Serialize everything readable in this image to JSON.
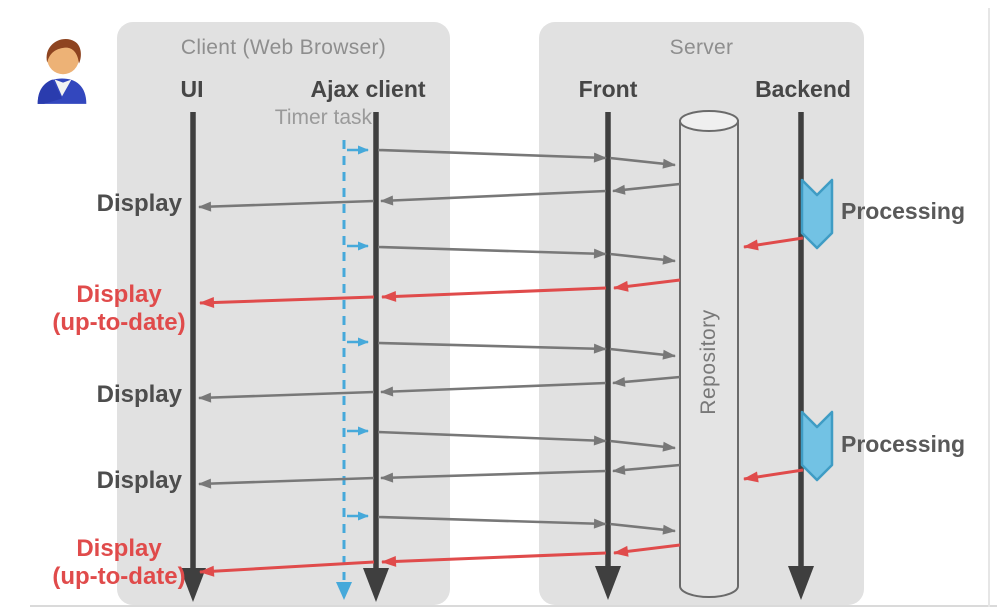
{
  "colors": {
    "panel_bg": "#e1e1e1",
    "lifeline": "#3f3f3f",
    "arrow_gray": "#787878",
    "arrow_red": "#e04b4b",
    "timer_blue": "#46a9da",
    "chevron_fill": "#72c2e4",
    "chevron_stroke": "#3f9cc4",
    "label_dark": "#4d4d4d",
    "title_gray": "#8e8e8e"
  },
  "actor": {
    "icon": "person-icon"
  },
  "client_panel": {
    "title": "Client (Web Browser)",
    "lifeline_ui": "UI",
    "lifeline_ajax": "Ajax client",
    "timer_label": "Timer task"
  },
  "server_panel": {
    "title": "Server",
    "lifeline_front": "Front",
    "lifeline_backend": "Backend",
    "repository_label": "Repository"
  },
  "event_labels": [
    {
      "text": "Display",
      "style": "normal"
    },
    {
      "text": "Display",
      "subtext": "(up-to-date)",
      "style": "up-to-date"
    },
    {
      "text": "Display",
      "style": "normal"
    },
    {
      "text": "Display",
      "style": "normal"
    },
    {
      "text": "Display",
      "subtext": "(up-to-date)",
      "style": "up-to-date"
    }
  ],
  "processing_labels": [
    {
      "text": "Processing"
    },
    {
      "text": "Processing"
    }
  ]
}
